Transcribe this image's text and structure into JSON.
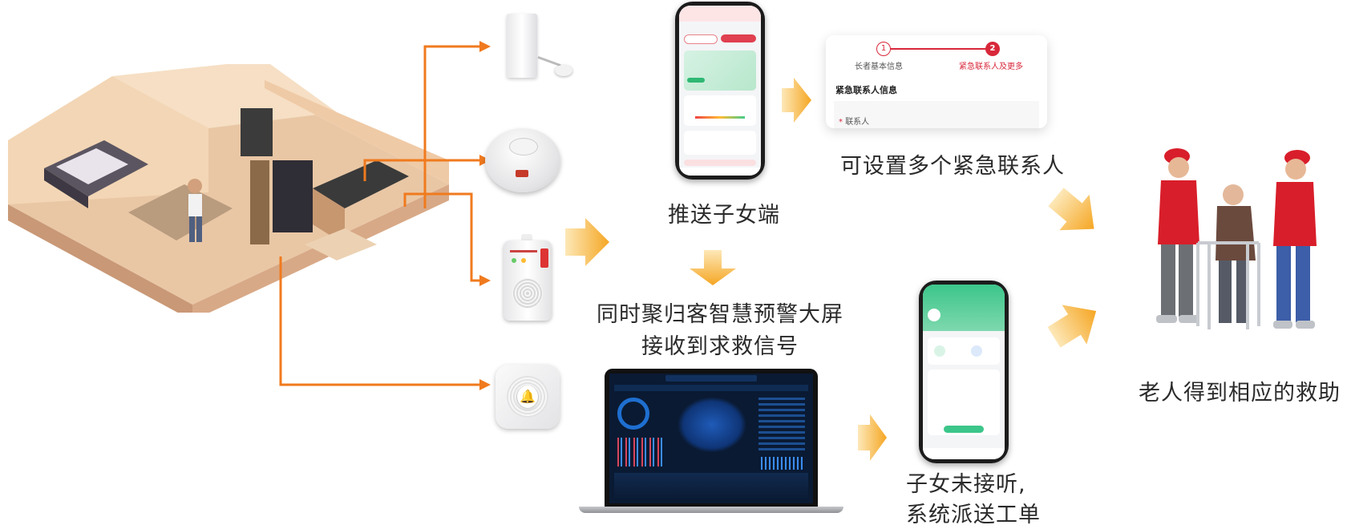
{
  "captions": {
    "push_children": "推送子女端",
    "multiple_contacts": "可设置多个紧急联系人",
    "big_screen_line1": "同时聚归客智慧预警大屏",
    "big_screen_line2": "接收到求救信号",
    "no_answer_line1": "子女未接听,",
    "no_answer_line2": "系统派送工单",
    "elder_helped": "老人得到相应的救助"
  },
  "form_card": {
    "step1_num": "1",
    "step1_label": "长者基本信息",
    "step2_num": "2",
    "step2_label": "紧急联系人及更多",
    "section_title": "紧急联系人信息",
    "field_label": "联系人",
    "required_mark": "*"
  },
  "colors": {
    "accent_red": "#d8283a",
    "arrow_orange": "#f07a1e",
    "arrow_gold": "#f7b52a",
    "phone_green": "#3cc68a",
    "dashboard_bg": "#0a1a33"
  }
}
